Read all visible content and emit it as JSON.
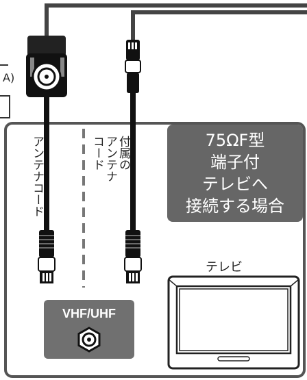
{
  "labels": {
    "side_fragment": "A)",
    "antenna_cord": "アンテナコード",
    "included_antenna_cord_line1": "付属の",
    "included_antenna_cord_line2": "アンテナ",
    "included_antenna_cord_line3": "コード",
    "caption_line1": "75ΩF型",
    "caption_line2": "端子付",
    "caption_line3": "テレビへ",
    "caption_line4": "接続する場合",
    "tv_label": "テレビ",
    "port_label": "VHF/UHF"
  },
  "icons": {
    "connector": "coax-connector-icon",
    "port": "coax-port-icon",
    "tv": "television-icon"
  },
  "colors": {
    "cable": "#111111",
    "panel_border": "#555555",
    "caption_bg": "#666666",
    "port_bg": "#707070"
  }
}
